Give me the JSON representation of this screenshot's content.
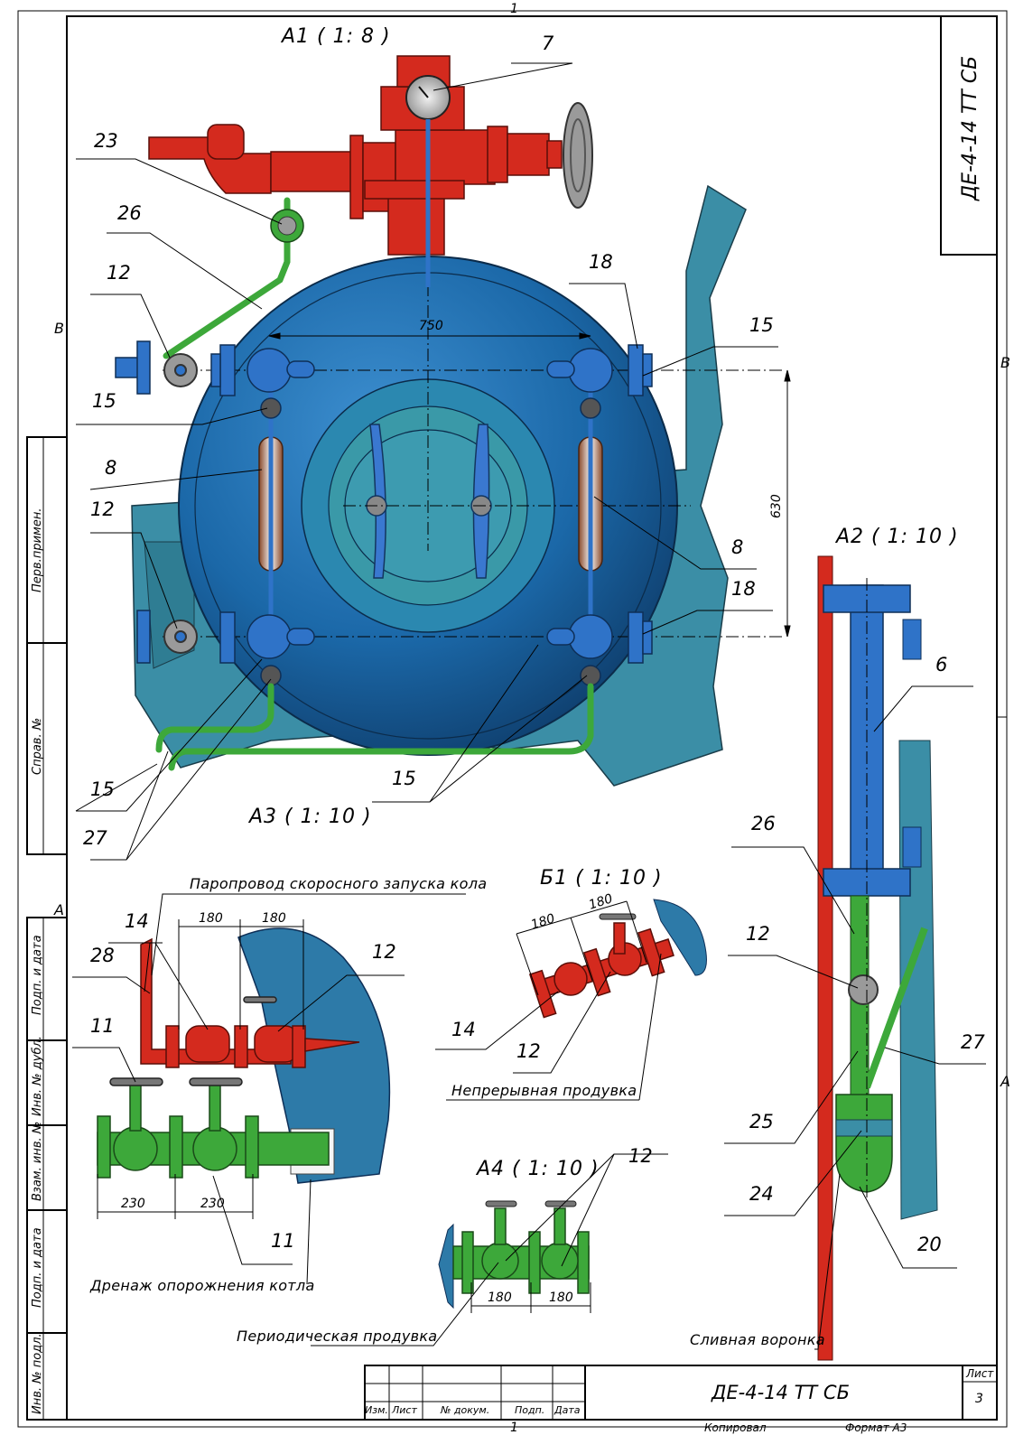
{
  "document": {
    "designation": "ДЕ-4-14 ТТ СБ",
    "sheet_label": "Лист",
    "sheet_number": "3",
    "copied_label": "Копировал",
    "format_label": "Формат А3",
    "top_number": "1",
    "bottom_number": "1",
    "zone_left_top": "В",
    "zone_right_top": "В",
    "zone_left_bottom": "А",
    "zone_right_bottom": "А"
  },
  "title_block": {
    "columns": [
      "Изм.",
      "Лист",
      "№ докум.",
      "Подп.",
      "Дата"
    ]
  },
  "side_stamp": {
    "perv_primen": "Перв.примен.",
    "sprav_no": "Справ. №",
    "podp_data_1": "Подп. и дата",
    "inv_dubl": "Инв. № дубл.",
    "vzam_inv": "Взам. инв. №",
    "podp_data_2": "Подп. и дата",
    "inv_podl": "Инв. № подл."
  },
  "views": {
    "a1": "А1 ( 1: 8 )",
    "a2": "А2 ( 1: 10 )",
    "a3": "А3 ( 1: 10 )",
    "a4": "А4 ( 1: 10 )",
    "b1": "Б1 ( 1: 10 )"
  },
  "captions": {
    "parovod": "Паропровод скоросного запуска кола",
    "drenazh": "Дренаж опорожнения котла",
    "periodic": "Периодическая продувка",
    "nepreryv": "Непрерывная продувка",
    "slivnaya": "Сливная воронка"
  },
  "dimensions": {
    "d750": "750",
    "d630": "630",
    "a3_180a": "180",
    "a3_180b": "180",
    "a3_230a": "230",
    "a3_230b": "230",
    "b1_180a": "180",
    "b1_180b": "180",
    "a4_180a": "180",
    "a4_180b": "180"
  },
  "callouts": {
    "c7": "7",
    "c23": "23",
    "c26": "26",
    "c12a": "12",
    "c18a": "18",
    "c15a": "15",
    "c15b": "15",
    "c8a": "8",
    "c12b": "12",
    "c8b": "8",
    "c18b": "18",
    "c15c": "15",
    "c15d": "15",
    "c27a": "27",
    "c6": "6",
    "c26b": "26",
    "c12c": "12",
    "c27b": "27",
    "c25": "25",
    "c24": "24",
    "c20": "20",
    "c14a": "14",
    "c28": "28",
    "c11a": "11",
    "c12d": "12",
    "c11b": "11",
    "c14b": "14",
    "c12e": "12",
    "c12f": "12"
  },
  "colors": {
    "steam": "#d42a1e",
    "vessel": "#1f6fb0",
    "water": "#3da83a",
    "furnace": "#3b8ea6",
    "valve_blue": "#2f73c8"
  }
}
